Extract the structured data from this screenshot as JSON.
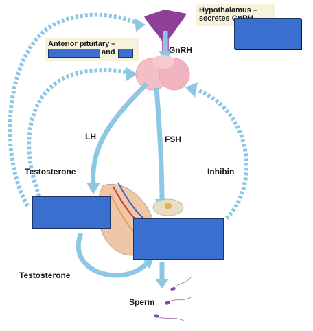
{
  "hypothalamus_label_line1": "Hypothalamus –",
  "hypothalamus_label_line2": "secretes GnRH",
  "anterior_pituitary_label": "Anterior pituitary –",
  "anterior_pituitary_and": "and",
  "gnrh_label": "GnRH",
  "lh_label": "LH",
  "fsh_label": "FSH",
  "testosterone_label_top": "Testosterone",
  "inhibin_label": "Inhibin",
  "testosterone_label_bottom": "Testosterone",
  "sperm_label": "Sperm",
  "colors": {
    "arrow": "#8cc8e4",
    "answer_box": "#3a6fd0",
    "callout_bg": "#f7f2dc",
    "hypothalamus": "#8e3f97",
    "pituitary": "#f2bfc8"
  }
}
